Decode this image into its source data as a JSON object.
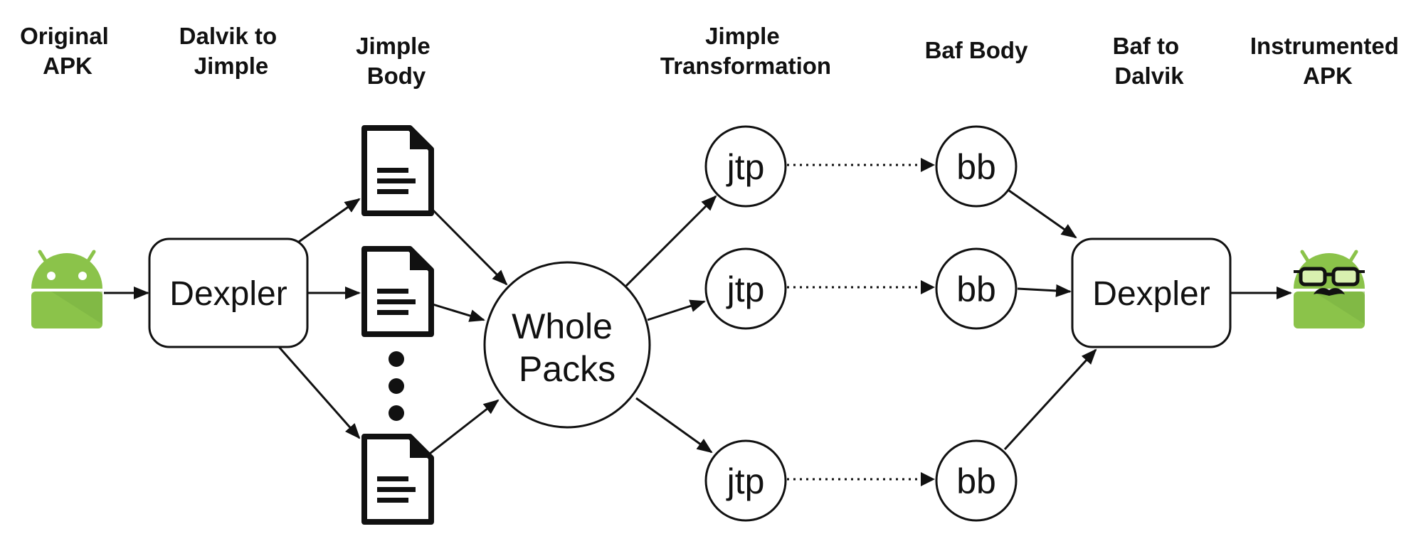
{
  "stages": {
    "original_apk": [
      "Original",
      "APK"
    ],
    "dalvik_to_jimple": [
      "Dalvik to",
      "Jimple"
    ],
    "jimple_body": [
      "Jimple",
      "Body"
    ],
    "jimple_transformation": [
      "Jimple",
      "Transformation"
    ],
    "baf_body": [
      "Baf Body"
    ],
    "baf_to_dalvik": [
      "Baf to",
      "Dalvik"
    ],
    "instrumented_apk": [
      "Instrumented",
      "APK"
    ]
  },
  "nodes": {
    "dexpler_in": "Dexpler",
    "whole_packs": [
      "Whole",
      "Packs"
    ],
    "jtp_top": "jtp",
    "jtp_mid": "jtp",
    "jtp_bot": "jtp",
    "bb_top": "bb",
    "bb_mid": "bb",
    "bb_bot": "bb",
    "dexpler_out": "Dexpler"
  },
  "colors": {
    "android_green": "#8bc34a",
    "android_green_shadow": "#7cb342",
    "ink": "#111111"
  },
  "icons": {
    "original_apk": "android-robot-icon",
    "jimple_file": "document-icon",
    "ellipsis": "vertical-ellipsis-icon",
    "instrumented_apk": "android-robot-with-glasses-icon"
  }
}
